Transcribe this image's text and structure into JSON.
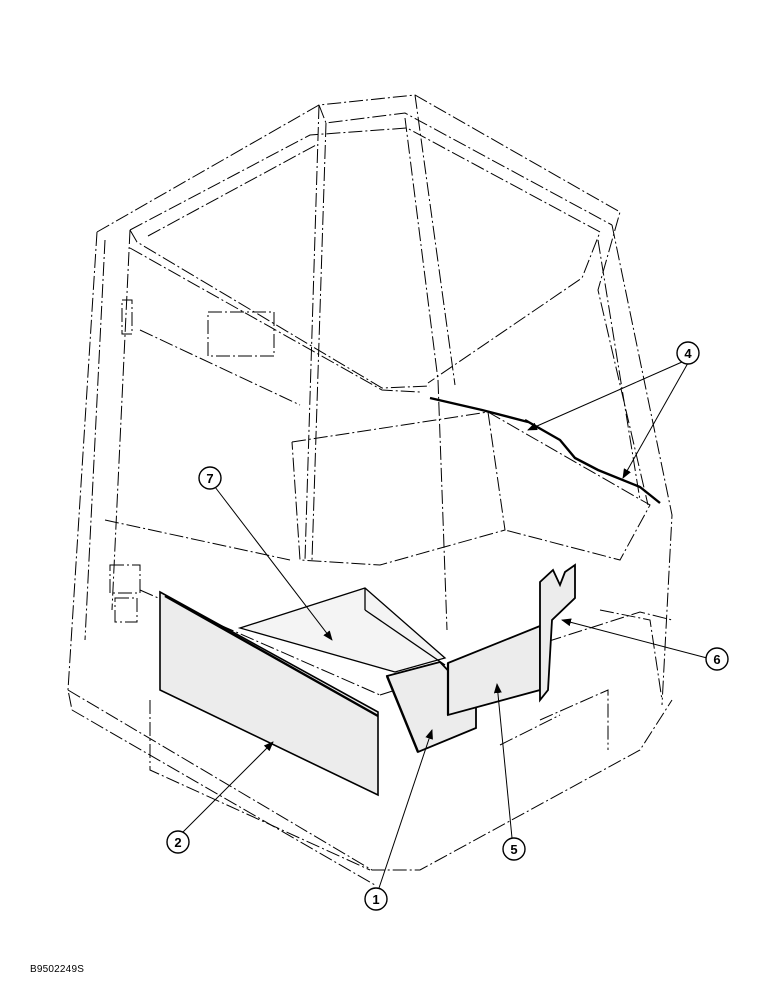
{
  "figure": {
    "code": "B9502249S",
    "colors": {
      "line": "#000000",
      "panel_fill": "#ececec",
      "background": "#ffffff"
    }
  },
  "callouts": {
    "c1": "1",
    "c2": "2",
    "c4": "4",
    "c5": "5",
    "c6": "6",
    "c7": "7"
  }
}
